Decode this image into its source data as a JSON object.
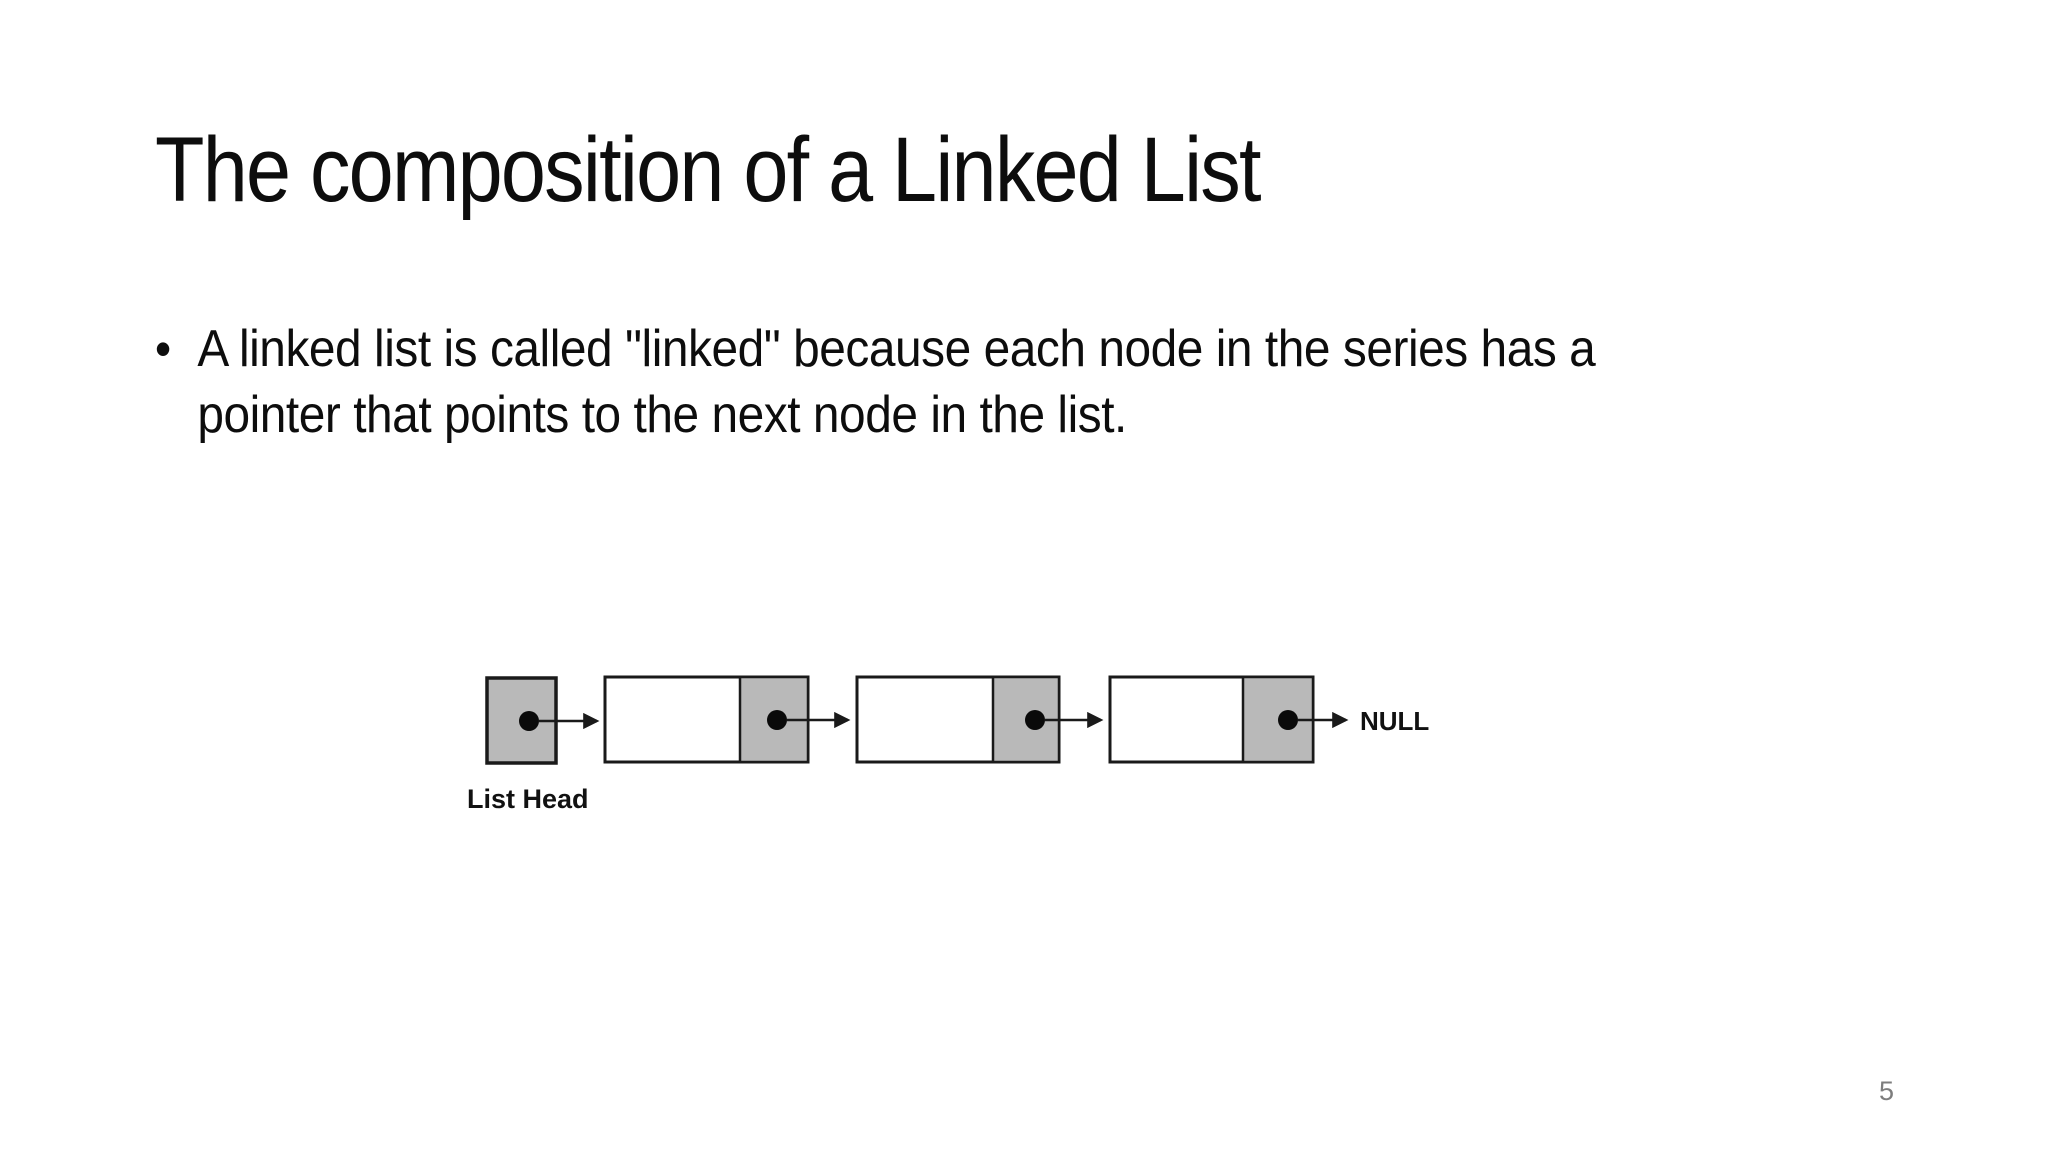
{
  "slide": {
    "title": "The composition of a Linked List",
    "bullet": {
      "marker": "•",
      "lines": [
        "A linked list is called \"linked\" because each node in the series has a",
        "pointer that points to the next node in the list."
      ]
    },
    "diagram": {
      "type": "linked-list",
      "node_count": 3,
      "list_head_label": "List Head",
      "null_label": "NULL",
      "colors": {
        "pointer_cell_fill": "#b9b9b9",
        "data_cell_fill": "#ffffff",
        "stroke": "#1a1a1a"
      }
    },
    "page_number": "5"
  }
}
